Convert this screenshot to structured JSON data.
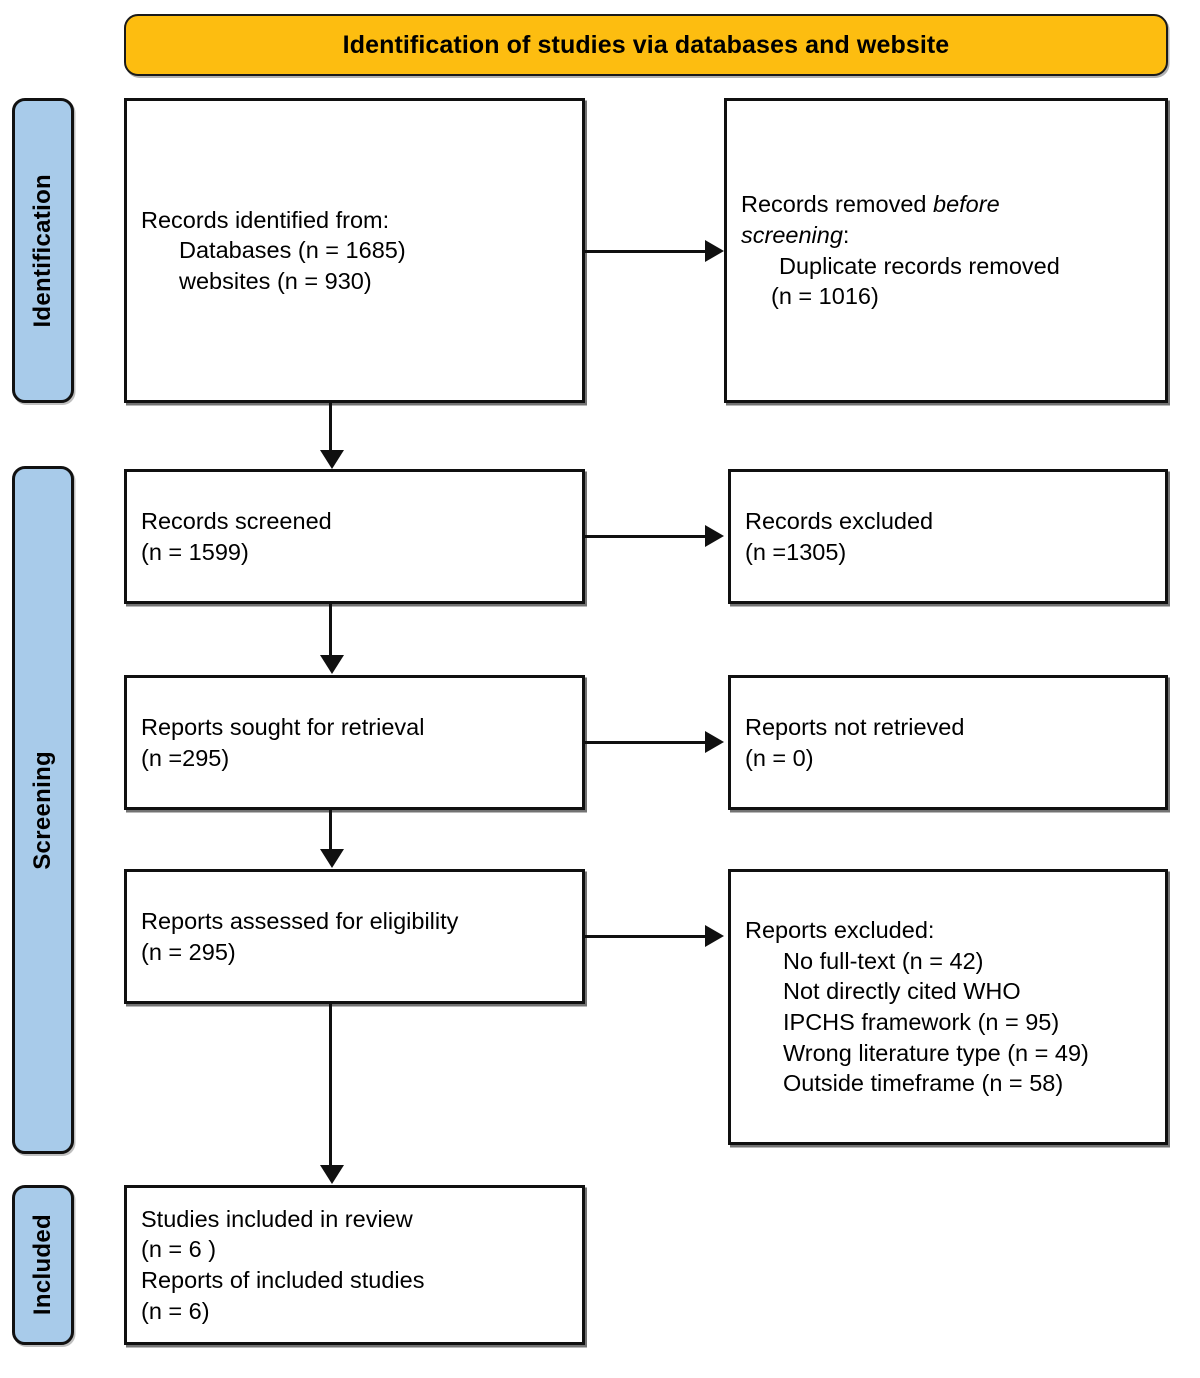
{
  "banner": {
    "title": "Identification of studies via databases and website"
  },
  "stages": {
    "identification": "Identification",
    "screening": "Screening",
    "included": "Included"
  },
  "boxes": {
    "identified": {
      "line1": "Records identified from:",
      "line2": "Databases (n = 1685)",
      "line3": "websites (n = 930)"
    },
    "removed": {
      "line1_a": "Records removed ",
      "line1_b": "before",
      "line2_a": "screening",
      "line2_b": ":",
      "line3": "Duplicate records removed",
      "line4": "(n = 1016)"
    },
    "screened": {
      "line1": "Records screened",
      "line2": "(n = 1599)"
    },
    "excluded_records": {
      "line1": "Records excluded",
      "line2": "(n =1305)"
    },
    "sought": {
      "line1": "Reports sought for retrieval",
      "line2": "(n =295)"
    },
    "not_retrieved": {
      "line1": "Reports not retrieved",
      "line2": "(n = 0)"
    },
    "assessed": {
      "line1": "Reports assessed for eligibility",
      "line2": "(n = 295)"
    },
    "reports_excluded": {
      "line1": "Reports excluded:",
      "line2": "No full-text (n = 42)",
      "line3": "Not directly cited WHO",
      "line4": "IPCHS framework (n = 95)",
      "line5": "Wrong literature type (n = 49)",
      "line6": "Outside timeframe (n = 58)"
    },
    "included": {
      "line1": "Studies included in review",
      "line2": "(n = 6 )",
      "line3": "Reports of included studies",
      "line4": "(n = 6)"
    }
  },
  "colors": {
    "banner_fill": "#FDBD10",
    "stage_fill": "#A8CBEA",
    "outline": "#101010",
    "text": "#000000"
  }
}
